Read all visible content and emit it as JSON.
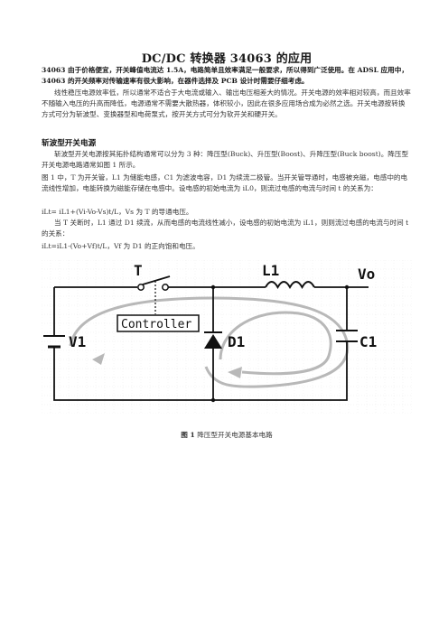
{
  "document": {
    "title": "DC/DC 转换器 34063 的应用",
    "abstract": "34063 由于价格便宜，开关峰值电流达 1.5A，电路简单且效率满足一般要求，所以得到广泛使用。在 ADSL 应用中，34063 的开关频率对传输速率有很大影响，在器件选择及 PCB 设计时需要仔细考虑。",
    "intro": "线性稳压电源效率低，所以通常不适合于大电流或输入、输出电压相差大的情况。开关电源的效率相对较高，而且效率不随输入电压的升高而降低，电源通常不需要大散热器，体积较小，因此在很多应用场合成为必然之选。开关电源按转换方式可分为斩波型、变换器型和电荷泵式，按开关方式可分为软开关和硬开关。",
    "section_heading": "斩波型开关电源",
    "p1": "斩波型开关电源按其拓扑结构通常可以分为 3 种：降压型(Buck)、升压型(Boost)、升降压型(Buck boost)。降压型开关电源电路通常如图 1 所示。",
    "p2": "图 1 中，T 为开关管，L1 为储能电感，C1 为滤波电容，D1 为续流二极管。当开关管导通时，电感被充磁，电感中的电流线性增加，电能转换为磁能存储在电感中。设电感的初始电流为 iL0，则流过电感的电流与时间 t 的关系为：",
    "eq1": "iLt= iL1+(Vi-Vo-Vs)t/L，Vs 为 T 的导通电压。",
    "p3": "当 T 关断时，L1 通过 D1 续流，从而电感的电流线性减小，设电感的初始电流为 iL1，则则流过电感的电流与时间 t 的关系：",
    "eq2": "iLt=iL1-(Vo+Vf)t/L，Vf 为 D1 的正向饱和电压。",
    "figure_caption_label": "图 1",
    "figure_caption_text": "降压型开关电源基本电路"
  },
  "circuit": {
    "label_t": "T",
    "label_l1": "L1",
    "label_vo": "Vo",
    "label_v1": "V1",
    "label_controller": "Controller",
    "label_d1": "D1",
    "label_c1": "C1",
    "wire_color": "#111111",
    "loop_color": "#b8b8b8",
    "grid_color": "#e3e3e3"
  }
}
